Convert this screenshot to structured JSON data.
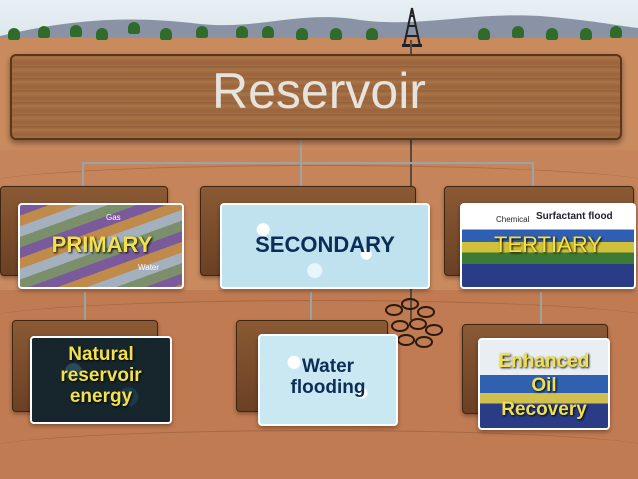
{
  "title": "Reservoir",
  "stages": {
    "primary": {
      "label": "PRIMARY",
      "detail": "Natural reservoir energy",
      "image_text": [
        "Gas",
        "Water"
      ]
    },
    "secondary": {
      "label": "SECONDARY",
      "detail": "Water flooding"
    },
    "tertiary": {
      "label": "TERTIARY",
      "detail": "Enhanced Oil Recovery",
      "image_text": [
        "Chemical",
        "Surfactant flood"
      ]
    }
  },
  "colors": {
    "primary_label": "#f2e14a",
    "secondary_label": "#0c2d57",
    "tertiary_label": "#f2e14a",
    "natural_text": "#f2e14a",
    "water_text": "#0c2d57",
    "eor_text": "#f2e14a",
    "connector": "#9aa3a6",
    "ground": "#c98a5e"
  }
}
